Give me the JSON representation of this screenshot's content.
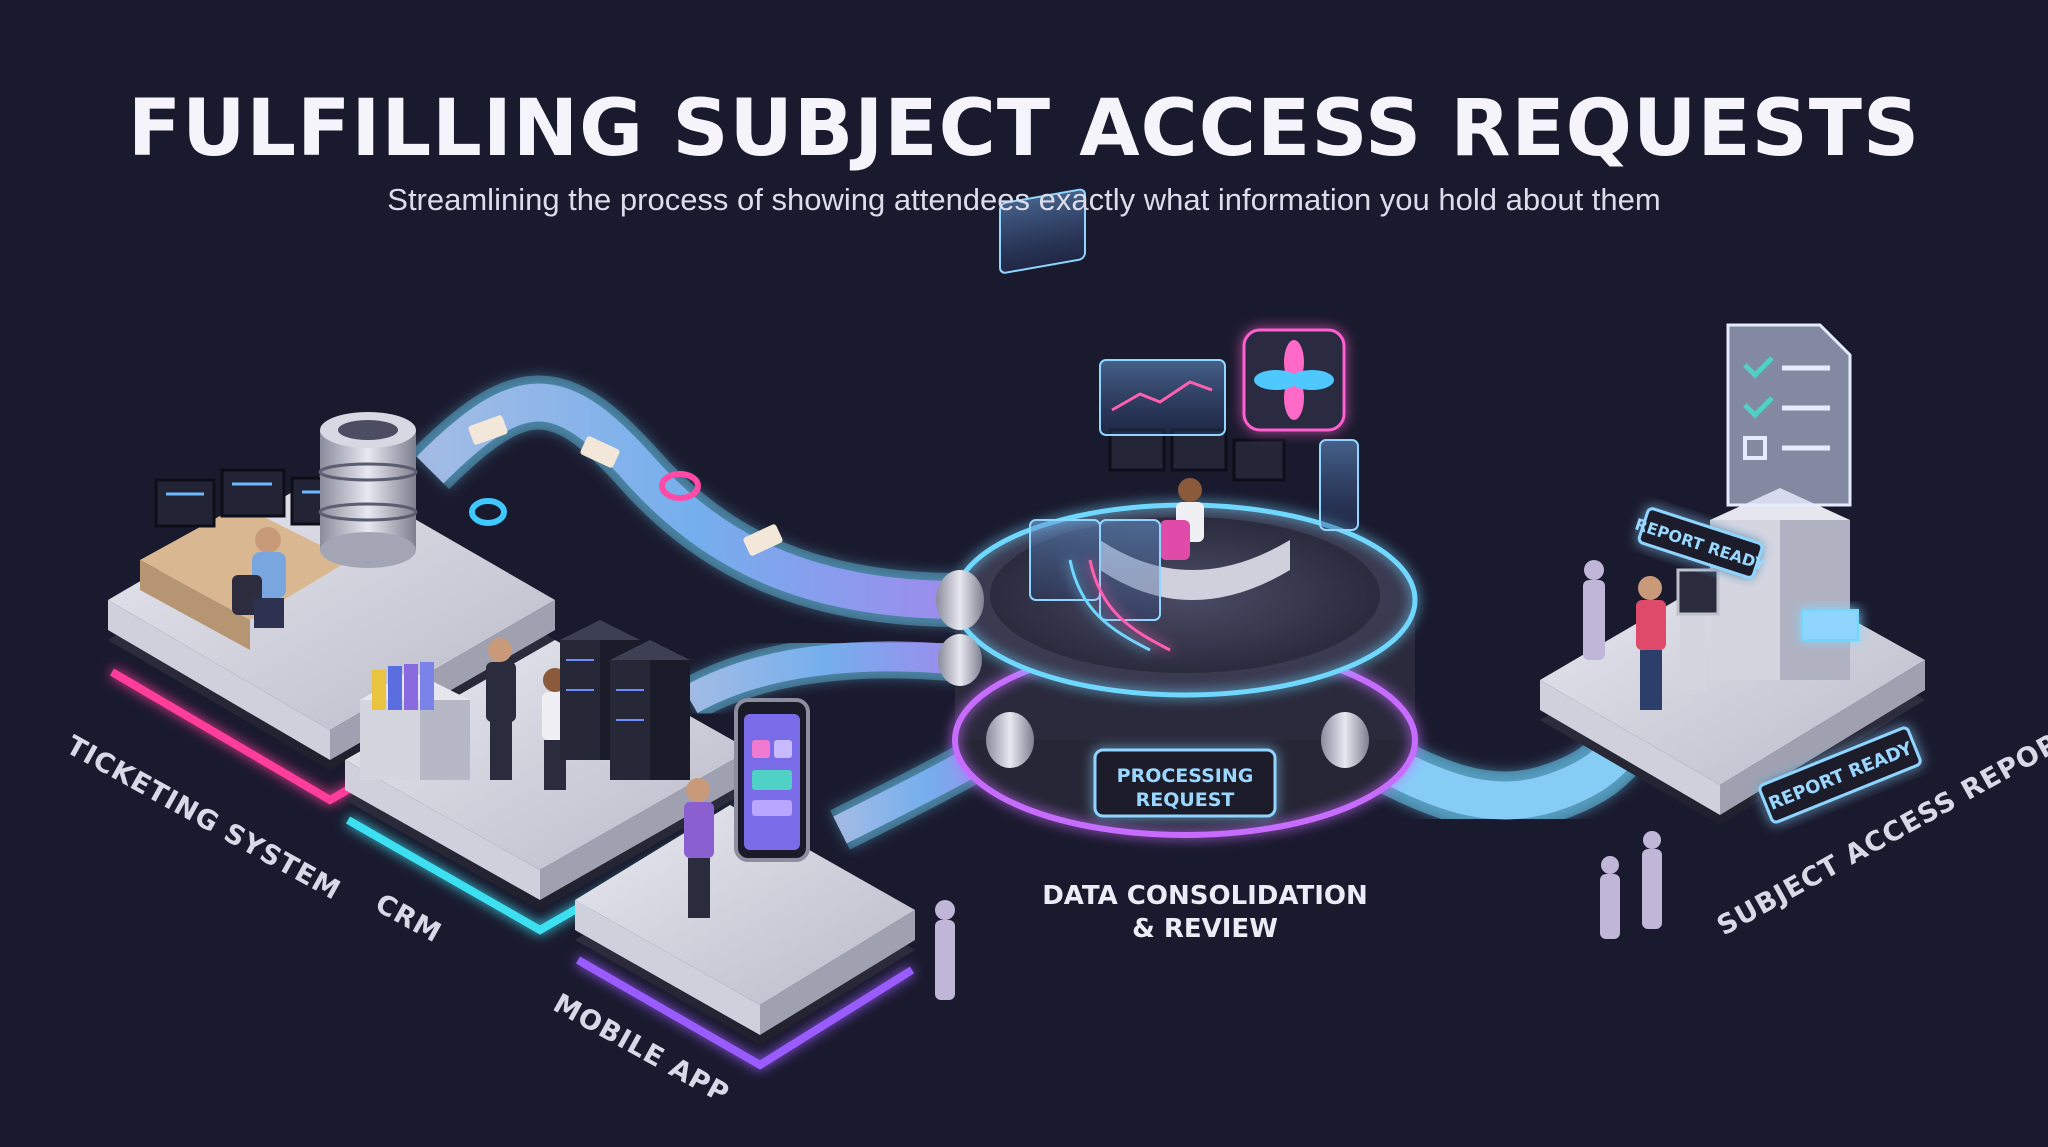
{
  "header": {
    "title": "FULFILLING SUBJECT ACCESS REQUESTS",
    "subtitle": "Streamlining the process of showing attendees exactly what information you hold about them"
  },
  "stages": {
    "ticketing": "TICKETING SYSTEM",
    "crm": "CRM",
    "mobile": "MOBILE APP",
    "consolidation_line1": "DATA CONSOLIDATION",
    "consolidation_line2": "& REVIEW",
    "report": "SUBJECT ACCESS REPORT"
  },
  "signs": {
    "processing_line1": "PROCESSING",
    "processing_line2": "REQUEST",
    "report_ready_top": "REPORT READY",
    "report_ready_base": "REPORT READY"
  },
  "colors": {
    "background": "#1a1a2e",
    "ticketing_accent": "#ff3c9a",
    "crm_accent": "#3ee0f0",
    "mobile_accent": "#9a5cff",
    "hub_glow": "#c86cff",
    "pipe_glow": "#6fd8ff"
  },
  "icons": [
    "database-icon",
    "server-rack-icon",
    "smartphone-icon",
    "document-checklist-icon",
    "flower-logo-icon",
    "ticket-icon",
    "wristband-icon"
  ]
}
